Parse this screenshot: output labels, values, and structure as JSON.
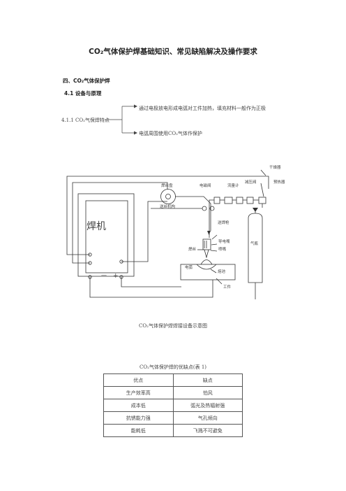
{
  "title": "CO₂气体保护焊基础知识、常见缺陷解决及操作要求",
  "section_heading": "四、CO₂气体保护焊",
  "sub_heading": "4.1  设备与原理",
  "features": {
    "label": "4.1.1  CO₂气保焊特点",
    "line1": "通过电极放电形成电弧对工件加热，填充材料一般作为正极",
    "line2": "电弧周围使用CO₂气体作保护"
  },
  "diagram": {
    "welder": "焊机",
    "minus": "—",
    "plus": "+",
    "wire_reel": "焊丝盘",
    "solenoid_valve": "电磁阀",
    "flowmeter": "流量计",
    "pressure_reducer": "减压阀",
    "dryer": "干燥器",
    "preheater": "预热器",
    "wire_feeder": "送丝机构",
    "torch": "送焊枪",
    "contact_tip": "导电嘴",
    "nozzle": "喷嘴",
    "wire": "焊丝",
    "arc": "电弧",
    "pool": "熔池",
    "workpiece": "工件",
    "cylinder": "气瓶"
  },
  "diagram_caption": "CO₂气体保护焊焊接设备示意图",
  "table_caption": "CO₂气体保护焊的优缺点(表 1)",
  "table": {
    "headers": [
      "优点",
      "缺点"
    ],
    "rows": [
      [
        "生产效率高",
        "怕风"
      ],
      [
        "成本低",
        "弧光及热辐射强"
      ],
      [
        "抗锈能力强",
        "气孔倾向"
      ],
      [
        "能耗低",
        "飞溅不可避免"
      ]
    ]
  }
}
